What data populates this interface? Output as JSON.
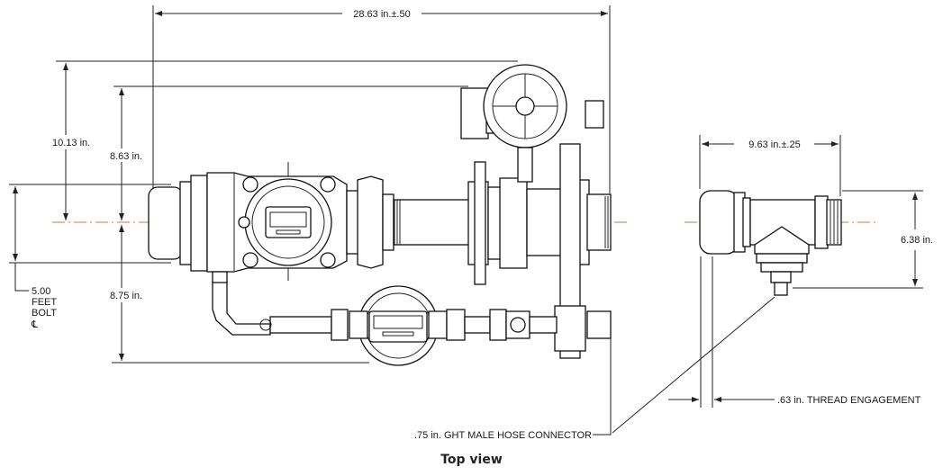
{
  "caption": "Top view",
  "dimensions": {
    "overall_length": "28.63 in.±.50",
    "height_upper": "10.13 in.",
    "height_mid": "8.63 in.",
    "height_lower": "8.75 in.",
    "bolt_offset_line1": "5.00",
    "bolt_offset_line2": "FEET",
    "bolt_offset_line3": "BOLT",
    "bolt_offset_line4": "℄",
    "tee_length": "9.63 in.±.25",
    "tee_height": "6.38 in.",
    "thread_engagement": ".63 in. THREAD ENGAGEMENT",
    "hose_connector": ".75 in. GHT MALE HOSE CONNECTOR"
  },
  "colors": {
    "centerline": "#d0743c",
    "linework": "#222222"
  }
}
